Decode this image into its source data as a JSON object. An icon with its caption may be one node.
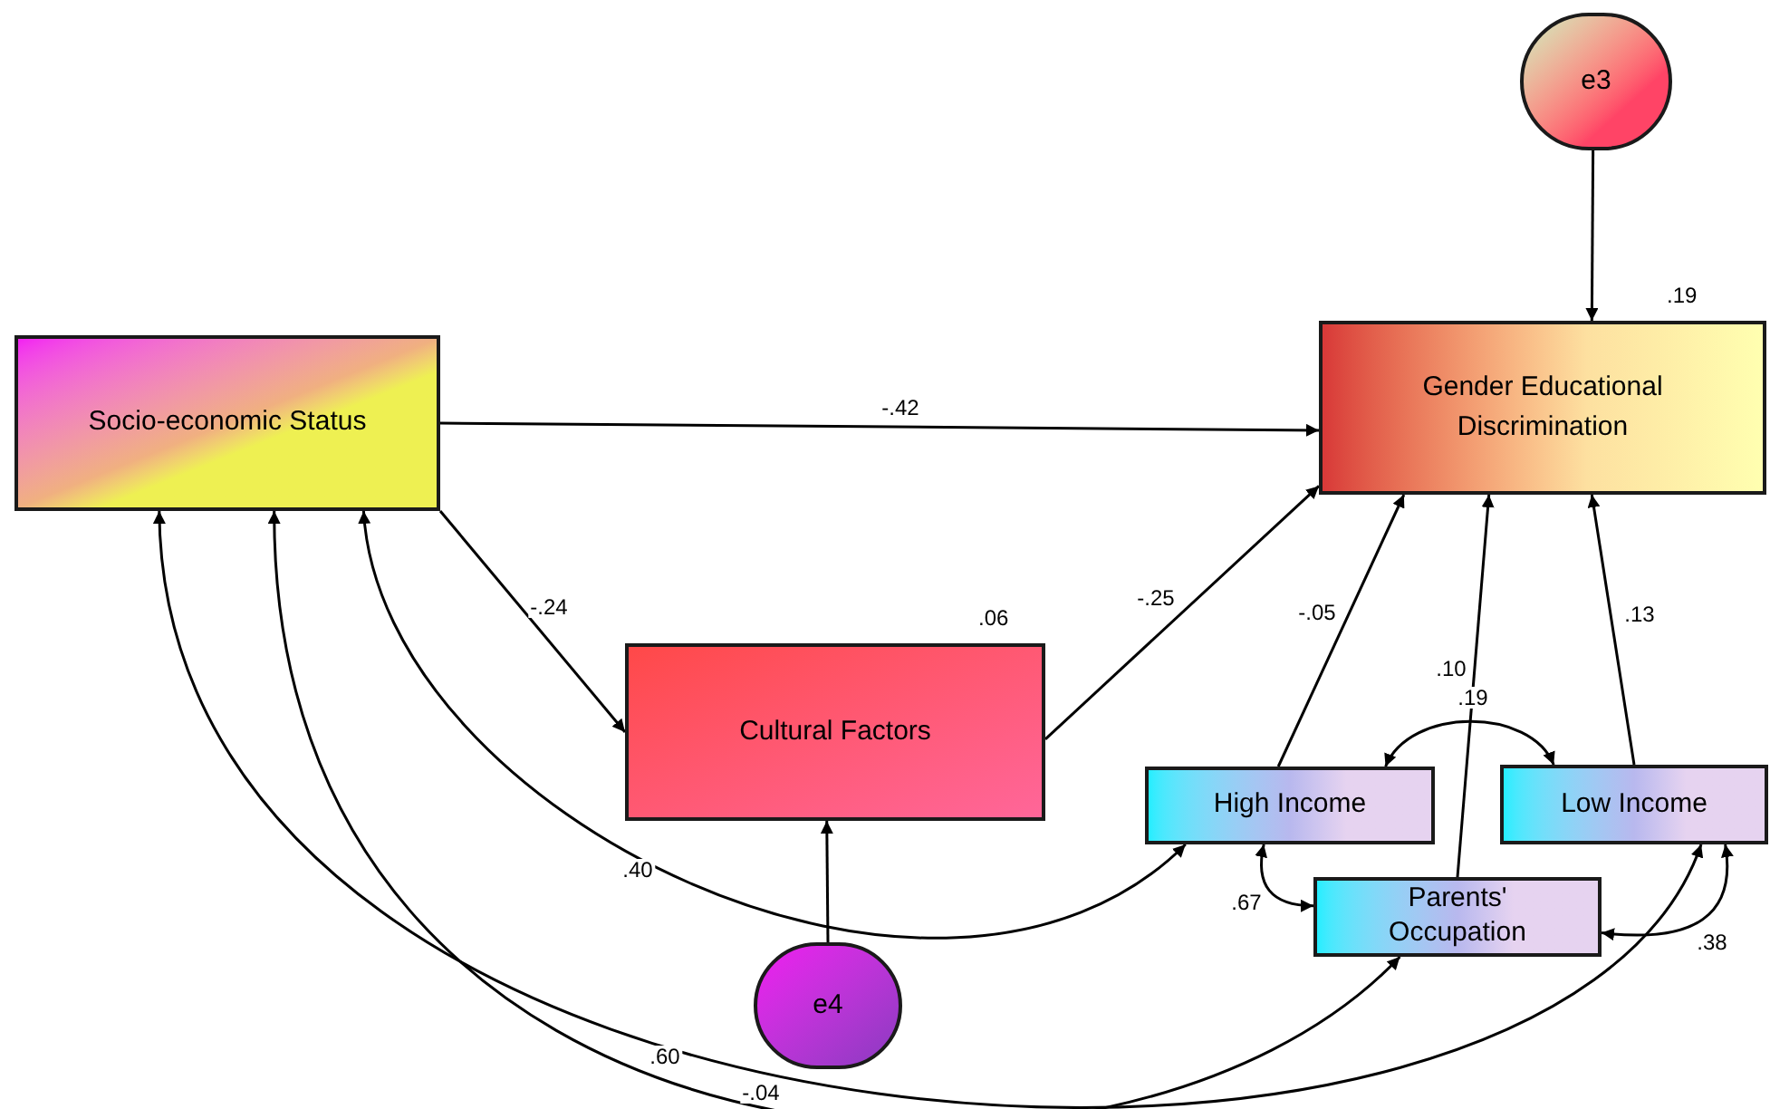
{
  "diagram": {
    "nodes": [
      {
        "text": [
          "Socio-economic Status"
        ]
      },
      {
        "text": [
          "Cultural Factors"
        ],
        "beside": [
          ".06"
        ]
      },
      {
        "text": [
          "Gender Educational Discrimination"
        ],
        "beside": [
          ".19"
        ]
      },
      {
        "text": [
          "High Income"
        ]
      },
      {
        "text": [
          "Low Income"
        ]
      },
      {
        "text": [
          "Parents' Occupation"
        ]
      },
      {
        "text": [
          "e3"
        ]
      },
      {
        "text": [
          "e4"
        ]
      }
    ],
    "edges": [
      {
        "from": 0,
        "to": 2,
        "arrow": "to",
        "label": "-.42"
      },
      {
        "from": 0,
        "to": 1,
        "arrow": "to",
        "label": "-.24"
      },
      {
        "from": 1,
        "to": 2,
        "arrow": "to",
        "label": "-.25"
      },
      {
        "from": 3,
        "to": 2,
        "arrow": "to",
        "label": "-.05"
      },
      {
        "from": 5,
        "to": 2,
        "arrow": "to",
        "label": ".10"
      },
      {
        "from": 4,
        "to": 2,
        "arrow": "to",
        "label": ".13"
      },
      {
        "from": 6,
        "to": 2,
        "arrow": "to"
      },
      {
        "from": 7,
        "to": 1,
        "arrow": "to"
      },
      {
        "from": 3,
        "to": 4,
        "arrow": "both",
        "label": ".19"
      },
      {
        "from": 3,
        "to": 5,
        "arrow": "both",
        "label": ".67"
      },
      {
        "from": 4,
        "to": 5,
        "arrow": "both",
        "label": ".38"
      },
      {
        "from": 0,
        "to": 3,
        "arrow": "both",
        "label": ".40"
      },
      {
        "from": 0,
        "to": 5,
        "arrow": "both",
        "label": ".60"
      },
      {
        "from": 0,
        "to": 4,
        "arrow": "both",
        "label": "-.04"
      }
    ]
  }
}
